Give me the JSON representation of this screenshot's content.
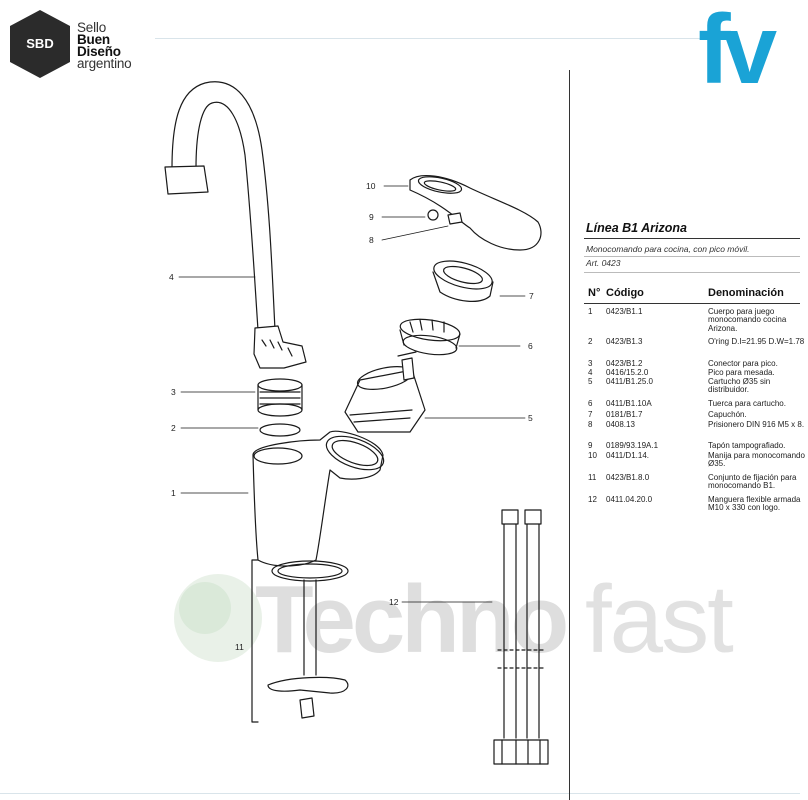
{
  "badge": {
    "abbr": "SBD",
    "line1": "Sello",
    "line2": "Buen",
    "line3": "Diseño",
    "line4": "argentino"
  },
  "brand": {
    "logo_text": "fv",
    "color": "#1aa3d6"
  },
  "watermark": {
    "part1": "Techno",
    "part2": "fast"
  },
  "product": {
    "title": "Línea B1 Arizona",
    "subtitle": "Monocomando para cocina, con pico móvil.",
    "article": "Art. 0423"
  },
  "table": {
    "headers": {
      "num": "N°",
      "code": "Código",
      "name": "Denominación"
    },
    "rows": [
      {
        "num": "1",
        "code": "0423/B1.1",
        "name": "Cuerpo para juego monocomando cocina Arizona."
      },
      {
        "num": "2",
        "code": "0423/B1.3",
        "name": "O'ring D.I=21.95 D.W=1.78"
      },
      {
        "num": "3",
        "code": "0423/B1.2",
        "name": "Conector para pico."
      },
      {
        "num": "4",
        "code": "0416/15.2.0",
        "name": "Pico para mesada."
      },
      {
        "num": "5",
        "code": "0411/B1.25.0",
        "name": "Cartucho Ø35 sin distribuidor."
      },
      {
        "num": "6",
        "code": "0411/B1.10A",
        "name": "Tuerca para cartucho."
      },
      {
        "num": "7",
        "code": "0181/B1.7",
        "name": "Capuchón."
      },
      {
        "num": "8",
        "code": "0408.13",
        "name": "Prisionero DIN 916 M5 x 8."
      },
      {
        "num": "9",
        "code": "0189/93.19A.1",
        "name": "Tapón tampografiado."
      },
      {
        "num": "10",
        "code": "0411/D1.14.",
        "name": "Manija para monocomando Ø35."
      },
      {
        "num": "11",
        "code": "0423/B1.8.0",
        "name": "Conjunto de fijación para monocomando B1."
      },
      {
        "num": "12",
        "code": "0411.04.20.0",
        "name": "Manguera flexible armada M10 x 330 con logo."
      }
    ]
  },
  "callouts": {
    "c1": "1",
    "c2": "2",
    "c3": "3",
    "c4": "4",
    "c5": "5",
    "c6": "6",
    "c7": "7",
    "c8": "8",
    "c9": "9",
    "c10": "10",
    "c11": "11",
    "c12": "12"
  }
}
